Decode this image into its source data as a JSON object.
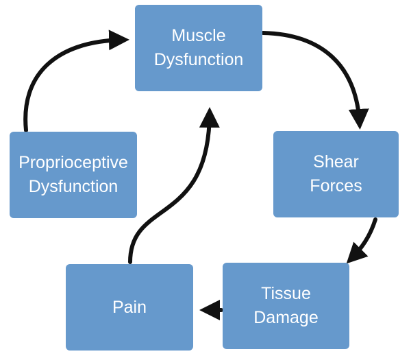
{
  "nodes": {
    "muscle_dysfunction": "Muscle\nDysfunction",
    "shear_forces": "Shear\nForces",
    "tissue_damage": "Tissue\nDamage",
    "pain": "Pain",
    "proprioceptive_dysfunction": "Proprioceptive\nDysfunction"
  },
  "colors": {
    "node_fill": "#6699cc",
    "node_text": "#ffffff",
    "arrow": "#111111"
  }
}
